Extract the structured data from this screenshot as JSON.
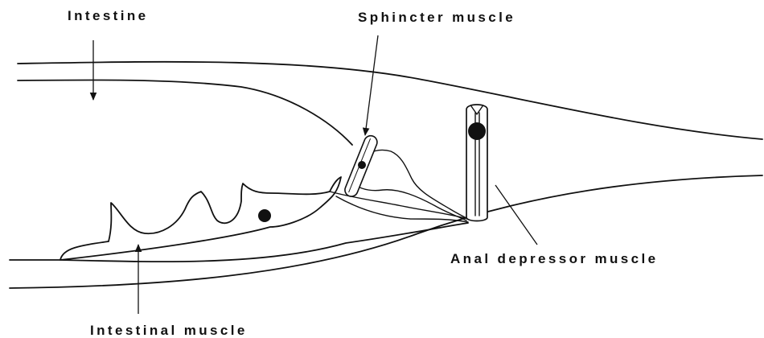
{
  "labels": {
    "intestine": "Intestine",
    "sphincter_muscle": "Sphincter muscle",
    "anal_depressor_muscle": "Anal depressor muscle",
    "intestinal_muscle": "Intestinal muscle"
  },
  "colors": {
    "ink": "#111111",
    "background": "#ffffff"
  }
}
